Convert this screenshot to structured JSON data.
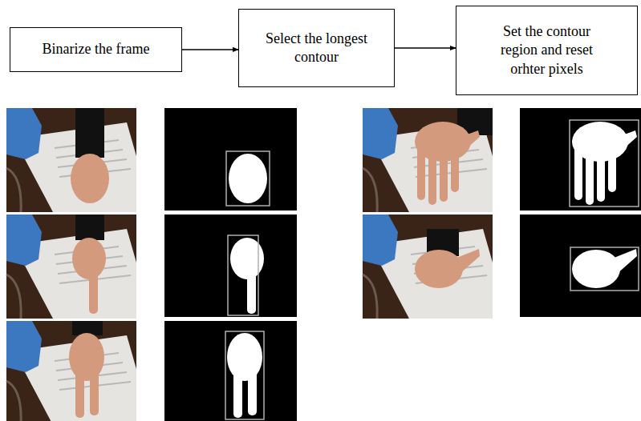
{
  "diagram": {
    "nodes": [
      {
        "text": [
          "Binarize the frame"
        ]
      },
      {
        "text": [
          "Select the longest contour"
        ]
      },
      {
        "text": [
          "Set the contour region and reset orhter pixels"
        ]
      }
    ],
    "edges": [
      {
        "from": 0,
        "to": 1,
        "arrow": "to"
      },
      {
        "from": 1,
        "to": 2,
        "arrow": "to"
      }
    ]
  }
}
